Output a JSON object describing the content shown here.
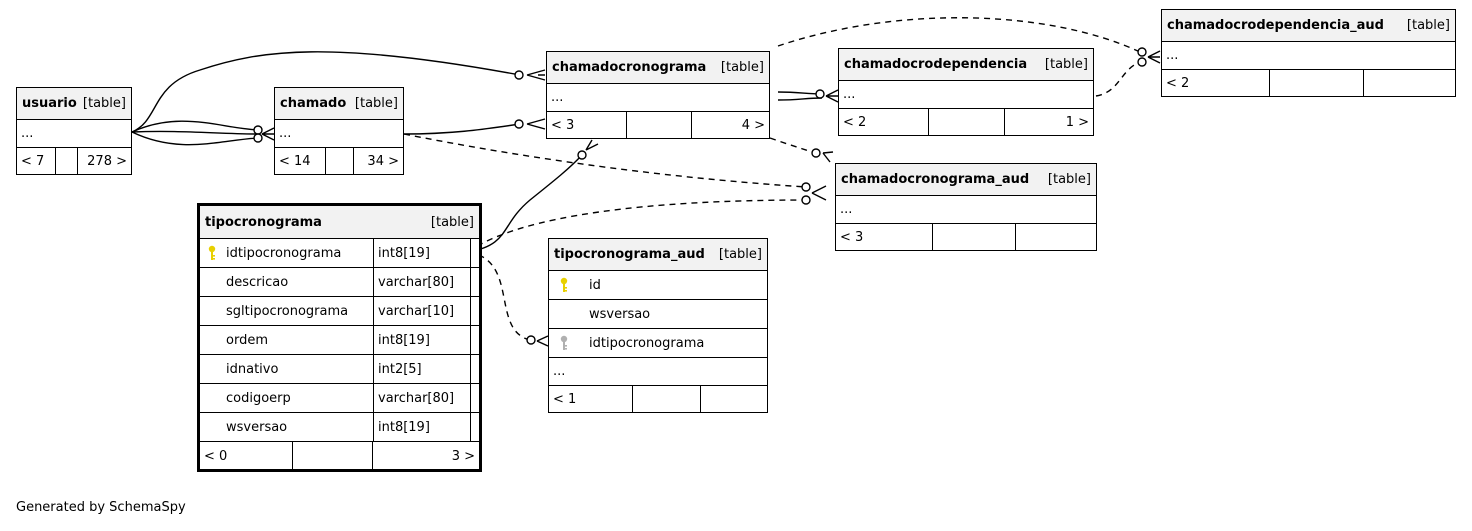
{
  "tables": {
    "usuario": {
      "name": "usuario",
      "kind": "[table]",
      "ellipsis": "...",
      "foot": [
        "< 7",
        "",
        "278 >"
      ]
    },
    "chamado": {
      "name": "chamado",
      "kind": "[table]",
      "ellipsis": "...",
      "foot": [
        "< 14",
        "",
        "34 >"
      ]
    },
    "chamadocronograma": {
      "name": "chamadocronograma",
      "kind": "[table]",
      "ellipsis": "...",
      "foot": [
        "< 3",
        "",
        "4 >"
      ]
    },
    "chamadocrodependencia": {
      "name": "chamadocrodependencia",
      "kind": "[table]",
      "ellipsis": "...",
      "foot": [
        "< 2",
        "",
        "1 >"
      ]
    },
    "chamadocrodependencia_aud": {
      "name": "chamadocrodependencia_aud",
      "kind": "[table]",
      "ellipsis": "...",
      "foot": [
        "< 2",
        "",
        ""
      ]
    },
    "chamadocronograma_aud": {
      "name": "chamadocronograma_aud",
      "kind": "[table]",
      "ellipsis": "...",
      "foot": [
        "< 3",
        "",
        ""
      ]
    },
    "tipocronograma": {
      "name": "tipocronograma",
      "kind": "[table]",
      "columns": [
        {
          "name": "idtipocronograma",
          "type": "int8[19]",
          "key": "primary"
        },
        {
          "name": "descricao",
          "type": "varchar[80]",
          "key": ""
        },
        {
          "name": "sgltipocronograma",
          "type": "varchar[10]",
          "key": ""
        },
        {
          "name": "ordem",
          "type": "int8[19]",
          "key": ""
        },
        {
          "name": "idnativo",
          "type": "int2[5]",
          "key": ""
        },
        {
          "name": "codigoerp",
          "type": "varchar[80]",
          "key": ""
        },
        {
          "name": "wsversao",
          "type": "int8[19]",
          "key": ""
        }
      ],
      "foot": [
        "< 0",
        "",
        "3 >"
      ]
    },
    "tipocronograma_aud": {
      "name": "tipocronograma_aud",
      "kind": "[table]",
      "columns": [
        {
          "name": "id",
          "key": "primary"
        },
        {
          "name": "wsversao",
          "key": ""
        },
        {
          "name": "idtipocronograma",
          "key": "foreign"
        }
      ],
      "ellipsis": "...",
      "foot": [
        "< 1",
        "",
        ""
      ]
    }
  },
  "footer": "Generated by SchemaSpy",
  "colors": {
    "primary_key": "#e8d000",
    "foreign_key": "#b0b0b0",
    "header_bg": "#f2f2f2"
  }
}
